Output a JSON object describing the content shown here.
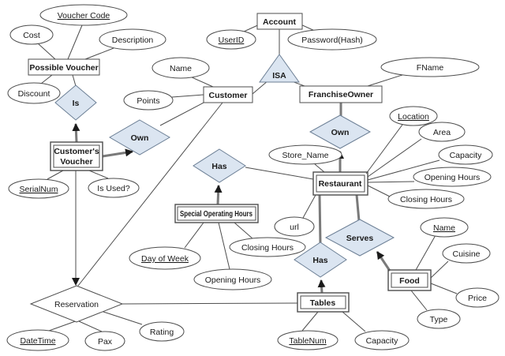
{
  "diagram": {
    "type": "entity-relationship-diagram",
    "colors": {
      "background": "#ffffff",
      "relationship_fill": "#dbe5f1",
      "relationship_stroke": "#6c7f95",
      "shape_stroke": "#4d4d4d",
      "line": "#4d4d4d",
      "total_participation_line": "#7a7a7a",
      "text": "#1a1a1a"
    },
    "entities": {
      "account": {
        "label": "Account",
        "weak": false
      },
      "possible_voucher": {
        "label": "Possible Voucher",
        "weak": false
      },
      "customer": {
        "label": "Customer",
        "weak": false
      },
      "franchise_owner": {
        "label": "FranchiseOwner",
        "weak": false
      },
      "customers_voucher": {
        "label": "Customer's Voucher",
        "label_line1": "Customer's",
        "label_line2": "Voucher",
        "weak": true
      },
      "restaurant": {
        "label": "Restaurant",
        "weak": true
      },
      "special_operating_hours": {
        "label": "Special Operating Hours",
        "weak": true
      },
      "tables": {
        "label": "Tables",
        "weak": true
      },
      "food": {
        "label": "Food",
        "weak": true
      }
    },
    "relationships": {
      "isa": {
        "label": "ISA",
        "shape": "triangle"
      },
      "is": {
        "label": "Is",
        "shape": "diamond"
      },
      "own_customer": {
        "label": "Own",
        "shape": "diamond"
      },
      "own_franchise": {
        "label": "Own",
        "shape": "diamond"
      },
      "has_operating_hours": {
        "label": "Has",
        "shape": "diamond"
      },
      "serves": {
        "label": "Serves",
        "shape": "diamond"
      },
      "has_tables": {
        "label": "Has",
        "shape": "diamond"
      },
      "reservation": {
        "label": "Reservation",
        "shape": "diamond"
      }
    },
    "attributes": {
      "voucher_code": {
        "label": "Voucher Code",
        "key": true
      },
      "cost": {
        "label": "Cost",
        "key": false
      },
      "description": {
        "label": "Description",
        "key": false
      },
      "discount": {
        "label": "Discount",
        "key": false
      },
      "userid": {
        "label": "UserID",
        "key": true
      },
      "password_hash": {
        "label": "Password(Hash)",
        "key": false
      },
      "name_customer": {
        "label": "Name",
        "key": false
      },
      "points": {
        "label": "Points",
        "key": false
      },
      "fname": {
        "label": "FName",
        "key": false
      },
      "location": {
        "label": "Location",
        "key": true
      },
      "area": {
        "label": "Area",
        "key": false
      },
      "capacity_restaurant": {
        "label": "Capacity",
        "key": false
      },
      "opening_hours_restaurant": {
        "label": "Opening Hours",
        "key": false
      },
      "closing_hours_restaurant": {
        "label": "Closing Hours",
        "key": false
      },
      "store_name": {
        "label": "Store_Name",
        "key": false
      },
      "url": {
        "label": "url",
        "key": false
      },
      "serialnum": {
        "label": "SerialNum",
        "key": true
      },
      "is_used": {
        "label": "Is Used?",
        "key": false
      },
      "day_of_week": {
        "label": "Day of Week",
        "key": true
      },
      "opening_hours_soh": {
        "label": "Opening Hours",
        "key": false
      },
      "closing_hours_soh": {
        "label": "Closing Hours",
        "key": false
      },
      "name_food": {
        "label": "Name",
        "key": true
      },
      "cuisine": {
        "label": "Cuisine",
        "key": false
      },
      "price": {
        "label": "Price",
        "key": false
      },
      "type": {
        "label": "Type",
        "key": false
      },
      "datetime": {
        "label": "DateTime",
        "key": true
      },
      "pax": {
        "label": "Pax",
        "key": false
      },
      "rating": {
        "label": "Rating",
        "key": false
      },
      "tablenum": {
        "label": "TableNum",
        "key": true
      },
      "capacity_tables": {
        "label": "Capacity",
        "key": false
      }
    }
  }
}
